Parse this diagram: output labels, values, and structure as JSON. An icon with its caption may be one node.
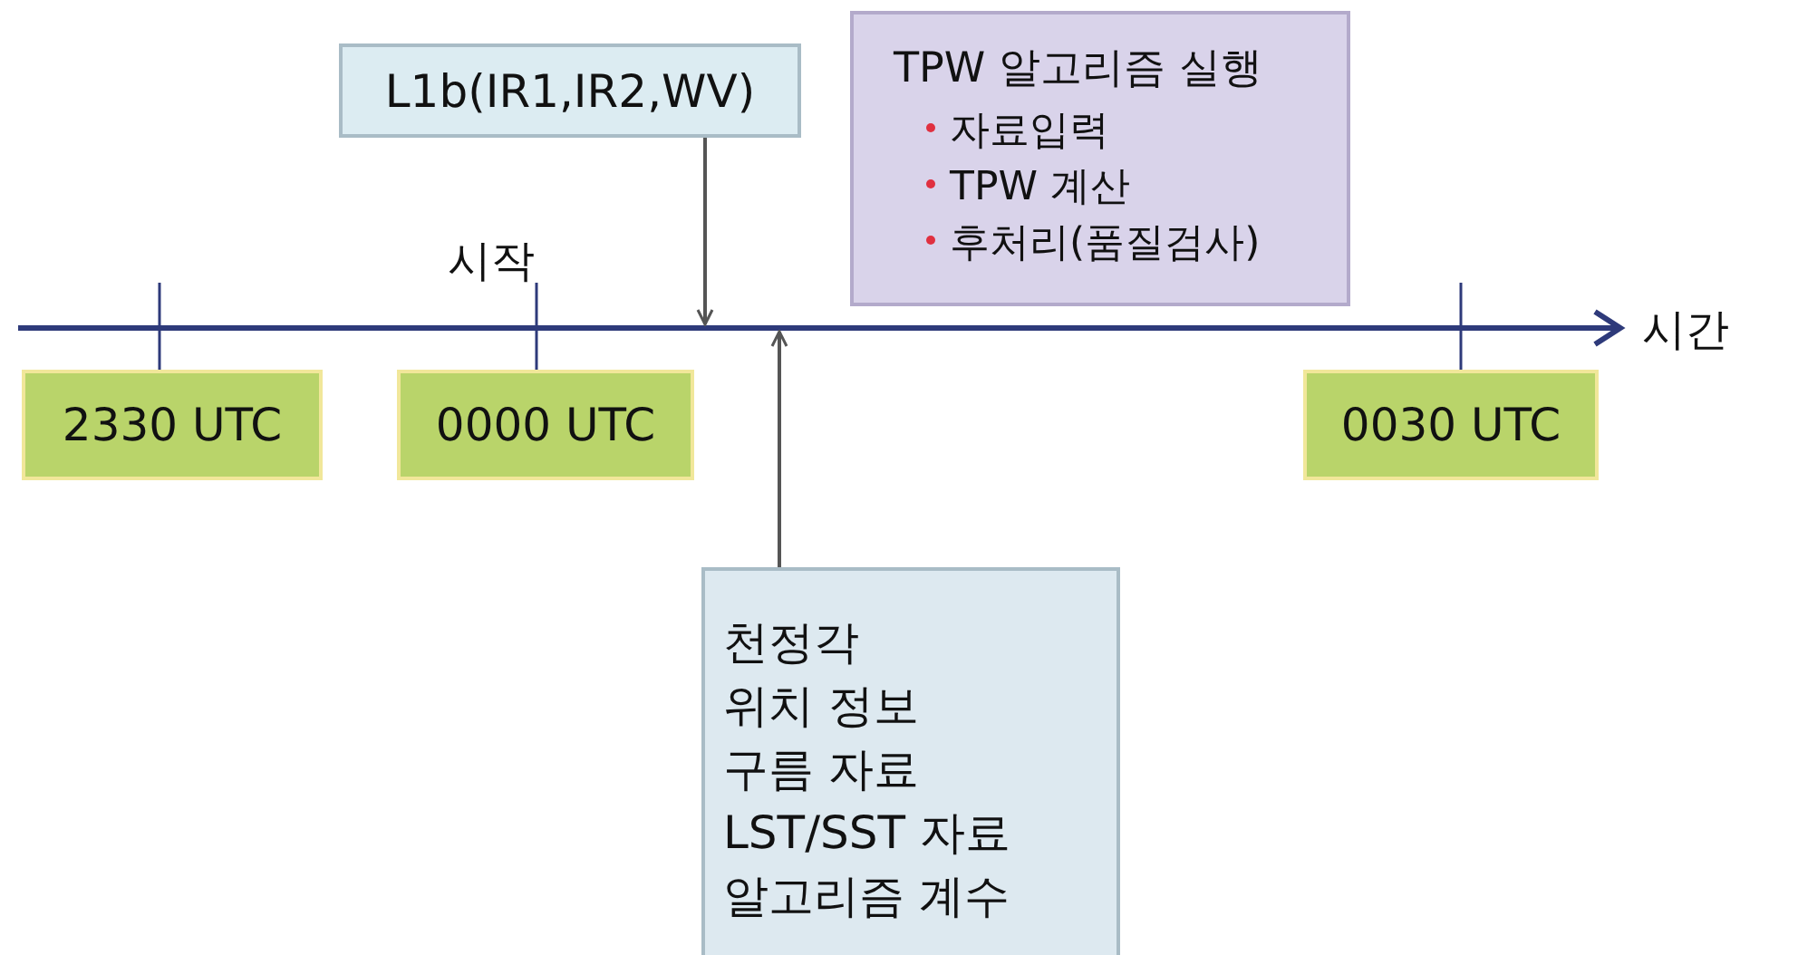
{
  "diagram": {
    "nodes": [
      {
        "text": [
          "L1b(IR1,IR2,WV)"
        ]
      },
      {
        "text": [
          "TPW 알고리즘 실행",
          "자료입력",
          "TPW 계산",
          "후처리(품질검사)"
        ]
      },
      {
        "text": [],
        "shape": "arrow"
      },
      {
        "text": [
          "2330 UTC"
        ]
      },
      {
        "text": [
          "0000 UTC"
        ]
      },
      {
        "text": [
          "0030 UTC"
        ]
      },
      {
        "text": [
          "천정각",
          "위치 정보",
          "구름 자료",
          "LST/SST 자료",
          "알고리즘 계수"
        ]
      }
    ],
    "edges": [
      {
        "from": 0,
        "to": 2,
        "arrow": "to"
      },
      {
        "from": 6,
        "to": 2,
        "arrow": "to"
      }
    ],
    "labels": [
      "시작",
      "시간"
    ]
  }
}
